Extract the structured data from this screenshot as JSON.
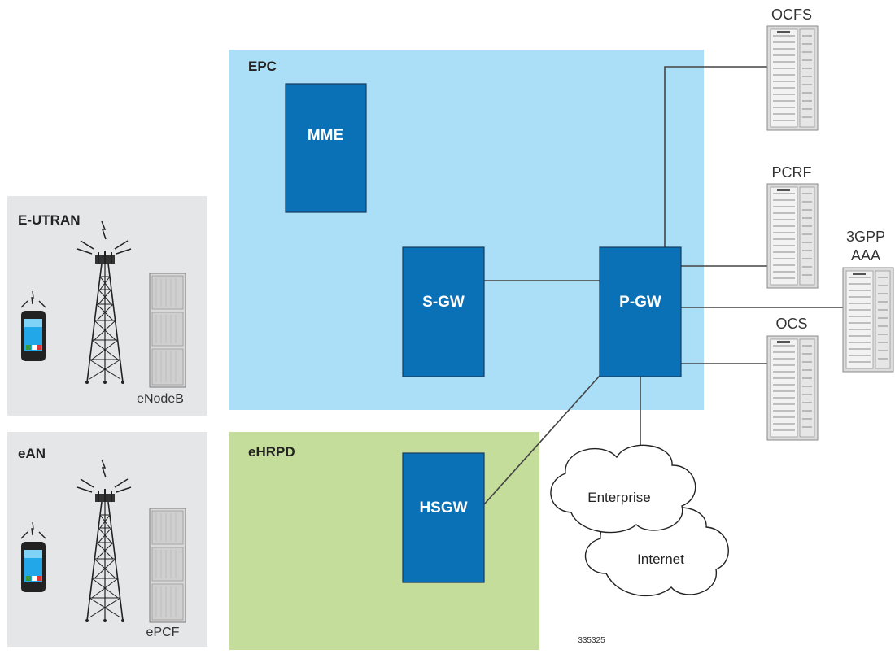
{
  "diagram": {
    "regions": {
      "epc": "EPC",
      "ehrpd": "eHRPD",
      "eutran": "E-UTRAN",
      "ean": "eAN"
    },
    "nodes": {
      "mme": "MME",
      "sgw": "S-GW",
      "pgw": "P-GW",
      "hsgw": "HSGW"
    },
    "servers": {
      "ocfs": "OCFS",
      "pcrf": "PCRF",
      "aaa_line1": "3GPP",
      "aaa_line2": "AAA",
      "ocs": "OCS"
    },
    "devices": {
      "enodeb": "eNodeB",
      "epcf": "ePCF"
    },
    "clouds": {
      "enterprise": "Enterprise",
      "internet": "Internet"
    },
    "figure_id": "335325"
  },
  "colors": {
    "epc_bg": "#aadff7",
    "ehrpd_bg": "#c5dd9a",
    "access_bg": "#e5e6e8",
    "node_fill": "#0b71b7",
    "node_stroke": "#163a5c",
    "line": "#444444"
  }
}
